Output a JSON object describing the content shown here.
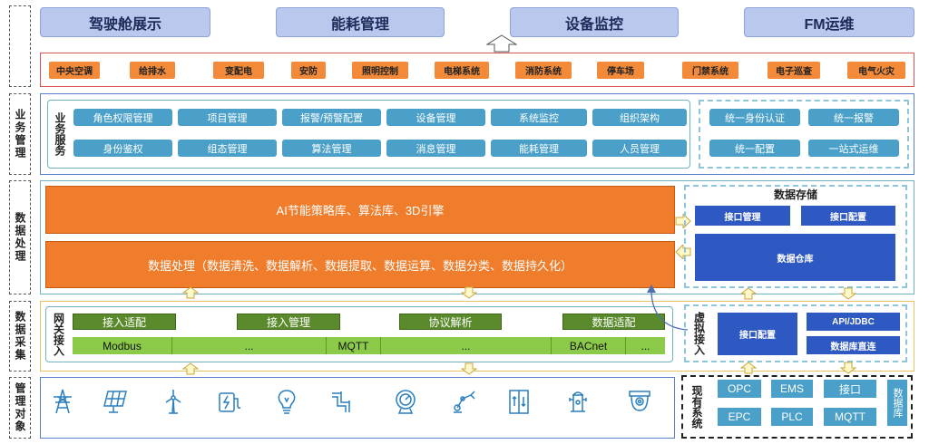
{
  "top_buttons": [
    "驾驶舱展示",
    "能耗管理",
    "设备监控",
    "FM运维"
  ],
  "left_labels": [
    "业务管理",
    "数据处理",
    "数据采集",
    "管理对象"
  ],
  "subsystems": [
    "中央空调",
    "给排水",
    "变配电",
    "安防",
    "照明控制",
    "电梯系统",
    "消防系统",
    "停车场",
    "门禁系统",
    "电子巡查",
    "电气火灾"
  ],
  "business": {
    "label": "业务服务",
    "row1": [
      "角色权限管理",
      "项目管理",
      "报警/预警配置",
      "设备管理",
      "系统监控",
      "组织架构"
    ],
    "row2": [
      "身份鉴权",
      "组态管理",
      "算法管理",
      "消息管理",
      "能耗管理",
      "人员管理"
    ],
    "unified": [
      "统一身份认证",
      "统一报警",
      "统一配置",
      "一站式运维"
    ]
  },
  "processing": {
    "ai_bar": "AI节能策略库、算法库、3D引擎",
    "data_bar": "数据处理（数据清洗、数据解析、数据提取、数据运算、数据分类、数据持久化）"
  },
  "storage": {
    "title": "数据存储",
    "iface_mgmt": "接口管理",
    "iface_cfg": "接口配置",
    "warehouse": "数据仓库"
  },
  "gateway": {
    "label": "网关接入",
    "chips": [
      "接入适配",
      "接入管理",
      "协议解析",
      "数据适配"
    ],
    "protocols": [
      "Modbus",
      "...",
      "MQTT",
      "...",
      "BACnet",
      "..."
    ]
  },
  "virtual": {
    "label": "虚拟接入",
    "iface_cfg": "接口配置",
    "api": "API/JDBC",
    "db_direct": "数据库直连"
  },
  "existing": {
    "label": "现有系统",
    "items": [
      "OPC",
      "EMS",
      "接口",
      "EPC",
      "PLC",
      "MQTT"
    ],
    "db": "数据库"
  },
  "icons": [
    "power-tower-icon",
    "solar-panel-icon",
    "wind-turbine-icon",
    "ev-charger-icon",
    "light-bulb-icon",
    "pipe-icon",
    "gauge-icon",
    "robot-arm-icon",
    "elevator-icon",
    "fire-hydrant-icon",
    "camera-icon"
  ],
  "colors": {
    "orange": "#ef7d2c",
    "navy": "#2e58c2",
    "teal": "#4aa0c8",
    "green_dark": "#5a8a2c",
    "green_light": "#8ccb4a",
    "top_blue": "#b9c8ec"
  }
}
